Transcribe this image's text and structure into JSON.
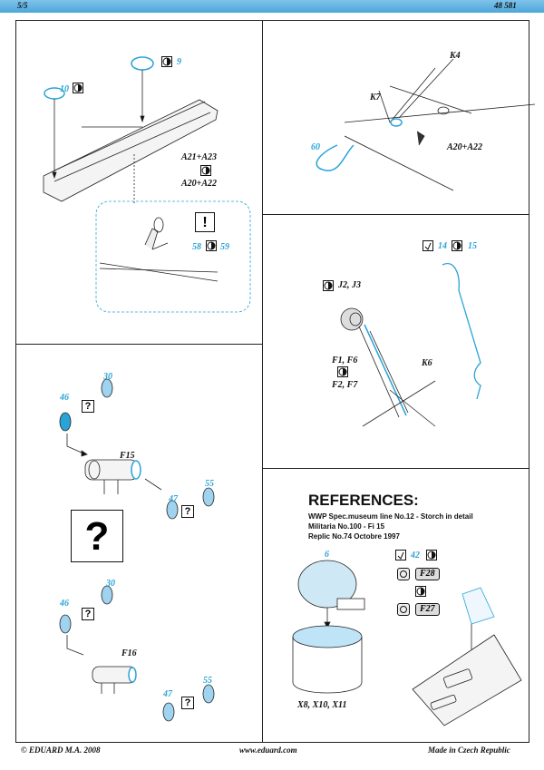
{
  "header": {
    "page": "5/5",
    "kit_number": "48 581"
  },
  "panels": {
    "wing_top": {
      "parts": [
        "10",
        "9"
      ],
      "labels": {
        "line1": "A21+A23",
        "line2": "A20+A22"
      },
      "detail": {
        "parts_a": "58",
        "parts_b": "59"
      }
    },
    "gear_top": {
      "labels": {
        "k7": "K7",
        "k4": "K4",
        "part60": "60",
        "a20": "A20+A22"
      }
    },
    "landing_gear": {
      "parts": {
        "p14": "14",
        "p15": "15",
        "j": "J2, J3",
        "f_top": "F1, F6",
        "f_bottom": "F2, F7",
        "k6": "K6"
      }
    },
    "f15": {
      "parts": {
        "p30": "30",
        "p46": "46",
        "p47": "47",
        "p55": "55"
      },
      "label": "F15"
    },
    "f16": {
      "parts": {
        "p30": "30",
        "p46": "46",
        "p47": "47",
        "p55": "55"
      },
      "label": "F16"
    },
    "references": {
      "title": "REFERENCES:",
      "lines": [
        "WWP Spec.museum line No.12 - Storch in detail",
        "Militaria No.100 - Fi 15",
        "Replic No.74 Octobre 1997"
      ],
      "part6": "6",
      "can_label": "X8, X10, X11",
      "part42": "42",
      "f28": "F28",
      "f27": "F27"
    }
  },
  "footer": {
    "copyright": "© EDUARD  M.A. 2008",
    "url": "www.eduard.com",
    "made": "Made in Czech Republic"
  },
  "colors": {
    "accent": "#2aa3d6",
    "topbar": "#5ab0e0"
  }
}
